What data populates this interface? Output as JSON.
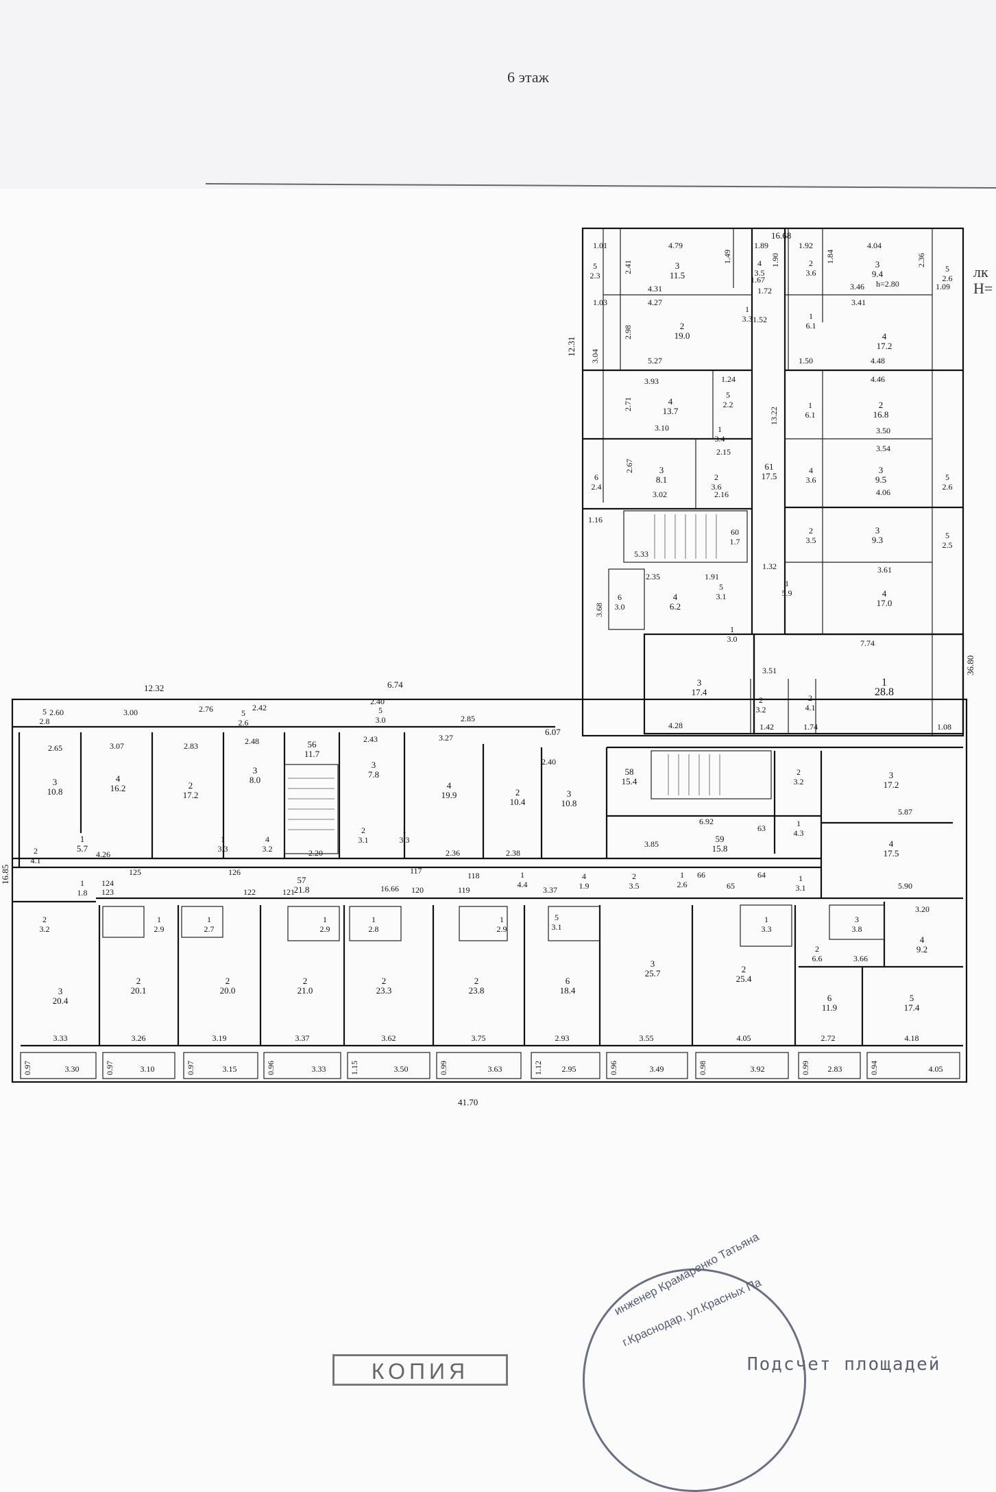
{
  "page": {
    "title": "6 этаж",
    "side_note": "лк\nН=",
    "kopia_stamp": "КОПИЯ",
    "stamp_text_1": "инженер Крамаренко Татьяна",
    "stamp_text_2": "г.Краснодар, ул.Красных Па",
    "note": "Подсчет площадей"
  },
  "dims": {
    "top": "16.68",
    "left_wing": "12.32",
    "middle": "6.74",
    "mid_right": "6.07",
    "total_width": "41.70",
    "height_right": "36.80",
    "height_left": "12.31",
    "left_edge": "16.85",
    "h_note": "h=2.80"
  },
  "rooms": {
    "r_1": "5\n2.3",
    "r_2": "3\n11.5",
    "r_3": "4\n3.5",
    "r_4": "2\n3.6",
    "r_5": "3\n9.4",
    "r_6": "5\n2.6",
    "r_7": "2\n19.0",
    "r_8": "1\n3.3",
    "r_9": "1\n6.1",
    "r_10": "4\n17.2",
    "r_11": "4\n13.7",
    "r_12": "5\n2.2",
    "r_13": "1\n3.4",
    "r_14": "1\n6.1",
    "r_15": "2\n16.8",
    "r_16": "6\n2.4",
    "r_17": "3\n8.1",
    "r_18": "2\n3.6",
    "r_19": "61\n17.5",
    "r_20": "4\n3.6",
    "r_21": "3\n9.5",
    "r_22": "5\n2.6",
    "r_23": "60\n1.7",
    "r_24": "2\n3.5",
    "r_25": "3\n9.3",
    "r_26": "5\n2.5",
    "r_27": "6\n3.0",
    "r_28": "4\n6.2",
    "r_29": "5\n3.1",
    "r_30": "1\n5.9",
    "r_31": "4\n17.0",
    "r_32": "1\n3.0",
    "r_33": "3\n17.4",
    "r_34": "2\n3.2",
    "r_35": "2\n4.1",
    "r_36": "1\n28.8",
    "r_37": "5\n2.8",
    "r_38": "5\n2.6",
    "r_39": "5\n3.0",
    "r_40": "3\n10.8",
    "r_41": "4\n16.2",
    "r_42": "2\n17.2",
    "r_43": "3\n8.0",
    "r_44": "56\n11.7",
    "r_45": "3\n7.8",
    "r_46": "4\n19.9",
    "r_47": "2\n10.4",
    "r_48": "3\n10.8",
    "r_49": "58\n15.4",
    "r_50": "2\n3.2",
    "r_51": "3\n17.2",
    "r_52": "1\n3.3",
    "r_53": "4\n3.2",
    "r_54": "2\n3.1",
    "r_55": "1\n3.3",
    "r_56": "1\n4.3",
    "r_57": "4\n17.5",
    "r_58": "59\n15.8",
    "r_59": "1\n5.7",
    "r_60": "2\n4.1",
    "r_61": "57\n21.8",
    "r_62": "1\n1.8",
    "r_63": "1\n4.4",
    "r_64": "4\n1.9",
    "r_65": "2\n3.5",
    "r_66": "1\n2.6",
    "r_67": "1\n3.1",
    "r_68": "2\n3.2",
    "r_69": "1\n2.9",
    "r_70": "1\n2.7",
    "r_71": "1\n2.9",
    "r_72": "1\n2.8",
    "r_73": "1\n2.9",
    "r_74": "5\n3.1",
    "r_75": "1\n3.3",
    "r_76": "3\n3.8",
    "r_77": "3\n20.4",
    "r_78": "2\n20.1",
    "r_79": "2\n20.0",
    "r_80": "2\n21.0",
    "r_81": "2\n23.3",
    "r_82": "2\n23.8",
    "r_83": "6\n18.4",
    "r_84": "3\n25.7",
    "r_85": "2\n25.4",
    "r_86": "2\n6.6",
    "r_87": "4\n9.2",
    "r_88": "6\n11.9",
    "r_89": "5\n17.4"
  },
  "bottom_dims": [
    "3.30",
    "3.10",
    "3.15",
    "3.33",
    "3.50",
    "3.63",
    "2.95",
    "3.49",
    "3.92",
    "2.83",
    "4.05"
  ],
  "balcony_dims": [
    "0.97",
    "0.97",
    "0.97",
    "0.96",
    "1.15",
    "0.99",
    "1.12",
    "0.96",
    "0.98",
    "0.99",
    "0.94"
  ],
  "room_width_dims": [
    "3.33",
    "3.26",
    "3.19",
    "3.37",
    "3.62",
    "3.75",
    "2.93",
    "3.55",
    "4.05",
    "2.72",
    "4.18"
  ],
  "corridor_marks": [
    "125",
    "126",
    "124",
    "123",
    "122",
    "121",
    "120",
    "119",
    "118",
    "117",
    "66",
    "65",
    "64",
    "63"
  ],
  "misc_dims": {
    "d1": "1.01",
    "d2": "4.79",
    "d3": "1.89",
    "d4": "1.92",
    "d5": "4.04",
    "d6": "2.41",
    "d7": "1.49",
    "d8": "1.90",
    "d9": "1.84",
    "d10": "2.36",
    "d11": "4.31",
    "d12": "1.67",
    "d13": "1.72",
    "d14": "3.46",
    "d15": "1.09",
    "d16": "1.03",
    "d17": "4.27",
    "d18": "3.41",
    "d19": "2.98",
    "d20": "3.04",
    "d21": "5.27",
    "d22": "1.52",
    "d23": "1.50",
    "d24": "4.48",
    "d25": "3.93",
    "d26": "1.24",
    "d27": "4.46",
    "d28": "2.71",
    "d29": "3.10",
    "d30": "3.50",
    "d31": "2.15",
    "d32": "3.54",
    "d33": "2.67",
    "d34": "3.02",
    "d35": "2.16",
    "d36": "4.06",
    "d37": "5.33",
    "d38": "1.16",
    "d39": "2.35",
    "d40": "1.91",
    "d41": "3.61",
    "d42": "3.68",
    "d43": "7.74",
    "d44": "3.51",
    "d45": "4.28",
    "d46": "1.42",
    "d47": "1.74",
    "d48": "1.08",
    "d49": "13.22",
    "d50": "1.32",
    "d51": "2.60",
    "d52": "3.00",
    "d53": "2.76",
    "d54": "2.42",
    "d55": "2.40",
    "d56": "2.85",
    "d57": "2.65",
    "d58": "3.07",
    "d59": "2.83",
    "d60": "2.48",
    "d61": "2.43",
    "d62": "3.27",
    "d63": "2.40",
    "d64": "6.92",
    "d65": "5.87",
    "d66": "3.85",
    "d67": "5.90",
    "d68": "16.66",
    "d69": "2.36",
    "d70": "2.38",
    "d71": "4.26",
    "d72": "2.20",
    "d73": "3.37",
    "d74": "3.66",
    "d75": "3.20"
  }
}
